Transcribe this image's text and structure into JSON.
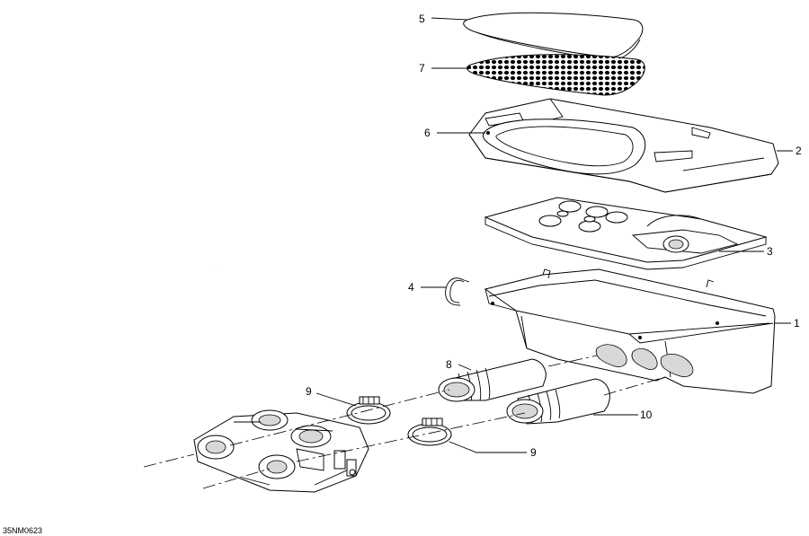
{
  "diagram": {
    "reference_code": "35NM0623",
    "callouts": [
      {
        "id": "c5",
        "label": "5"
      },
      {
        "id": "c7",
        "label": "7"
      },
      {
        "id": "c6",
        "label": "6"
      },
      {
        "id": "c2",
        "label": "2"
      },
      {
        "id": "c3",
        "label": "3"
      },
      {
        "id": "c4",
        "label": "4"
      },
      {
        "id": "c1",
        "label": "1"
      },
      {
        "id": "c8",
        "label": "8"
      },
      {
        "id": "c9a",
        "label": "9"
      },
      {
        "id": "c10",
        "label": "10"
      },
      {
        "id": "c9b",
        "label": "9"
      }
    ]
  }
}
